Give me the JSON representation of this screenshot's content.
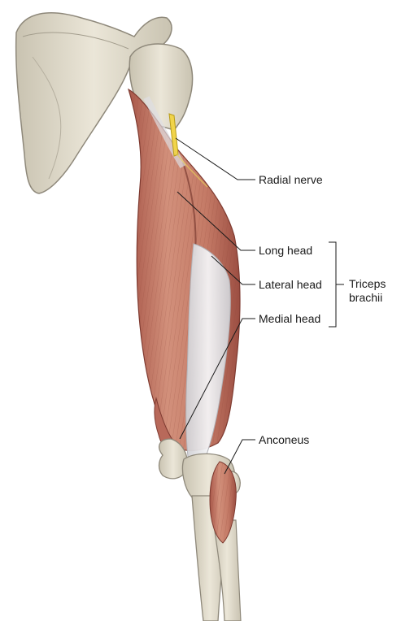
{
  "labels": {
    "radial_nerve": "Radial nerve",
    "long_head": "Long head",
    "lateral_head": "Lateral head",
    "medial_head": "Medial head",
    "anconeus": "Anconeus",
    "group_line1": "Triceps",
    "group_line2": "brachii"
  },
  "colors": {
    "bone": "#e4dfcf",
    "bone_outline": "#8e887a",
    "muscle": "#c9826d",
    "muscle_dark": "#a9584a",
    "tendon": "#e8e8ea",
    "nerve": "#f1d44a",
    "leader_line": "#1a1a1a"
  }
}
